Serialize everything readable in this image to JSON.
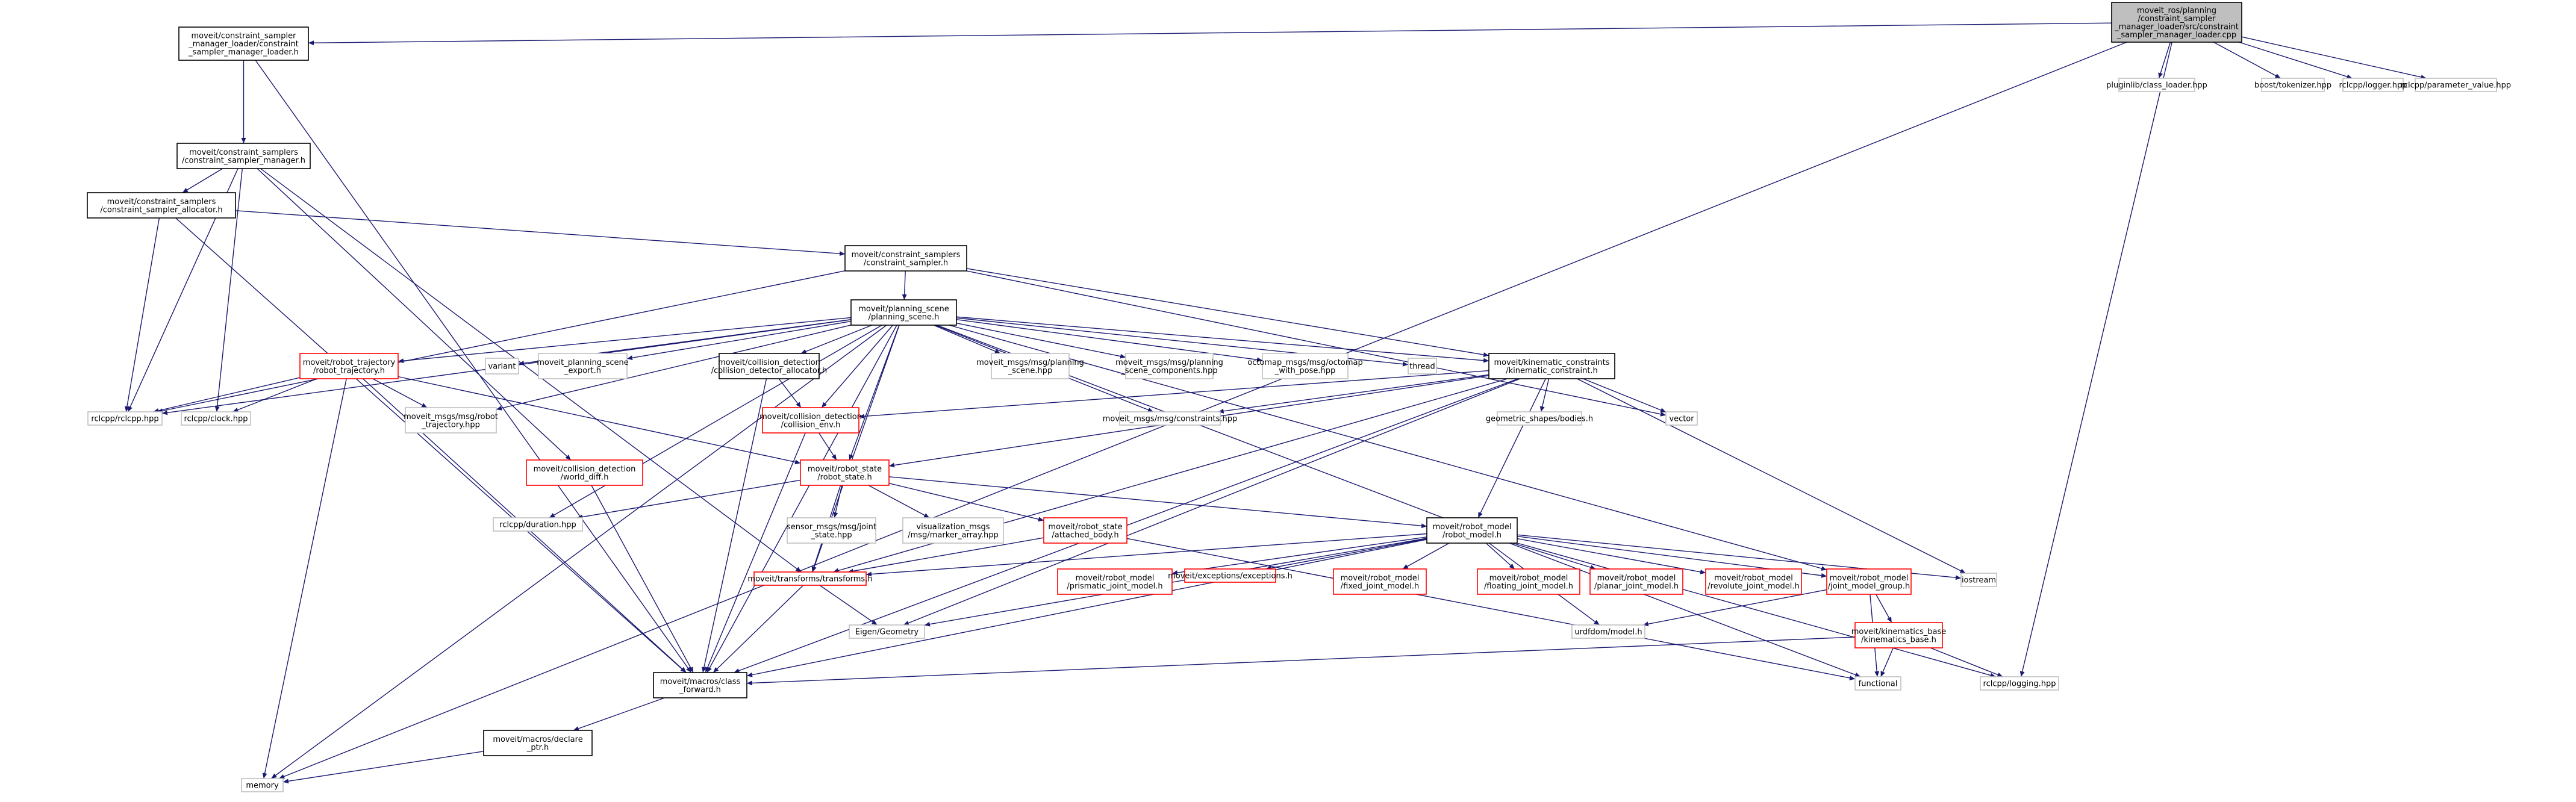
{
  "diagram": {
    "colors": {
      "edge": "#191970",
      "root_fill": "#bfbfbf",
      "default_border": "#000000",
      "red_border": "#ff0000",
      "grey_border": "#bfbfbf",
      "grey_text": "#404040"
    },
    "nodes": {
      "root": {
        "lines": [
          "moveit_ros/planning",
          "/constraint_sampler",
          "_manager_loader/src/constraint",
          "_sampler_manager_loader.cpp"
        ],
        "style": "root"
      },
      "csml": {
        "lines": [
          "moveit/constraint_sampler",
          "_manager_loader/constraint",
          "_sampler_manager_loader.h"
        ],
        "style": "black"
      },
      "pluginlib": {
        "lines": [
          "pluginlib/class_loader.hpp"
        ],
        "style": "grey"
      },
      "tokenizer": {
        "lines": [
          "boost/tokenizer.hpp"
        ],
        "style": "grey"
      },
      "logger": {
        "lines": [
          "rclcpp/logger.hpp"
        ],
        "style": "grey"
      },
      "paramval": {
        "lines": [
          "rclcpp/parameter_value.hpp"
        ],
        "style": "grey"
      },
      "csm": {
        "lines": [
          "moveit/constraint_samplers",
          "/constraint_sampler_manager.h"
        ],
        "style": "black"
      },
      "csa": {
        "lines": [
          "moveit/constraint_samplers",
          "/constraint_sampler_allocator.h"
        ],
        "style": "black"
      },
      "cs": {
        "lines": [
          "moveit/constraint_samplers",
          "/constraint_sampler.h"
        ],
        "style": "black"
      },
      "ps": {
        "lines": [
          "moveit/planning_scene",
          "/planning_scene.h"
        ],
        "style": "black"
      },
      "rt": {
        "lines": [
          "moveit/robot_trajectory",
          "/robot_trajectory.h"
        ],
        "style": "red"
      },
      "variant": {
        "lines": [
          "variant"
        ],
        "style": "grey"
      },
      "pse": {
        "lines": [
          "moveit_planning_scene",
          "_export.h"
        ],
        "style": "grey"
      },
      "cda": {
        "lines": [
          "moveit/collision_detection",
          "/collision_detector_allocator.h"
        ],
        "style": "black"
      },
      "msgps": {
        "lines": [
          "moveit_msgs/msg/planning",
          "_scene.hpp"
        ],
        "style": "grey"
      },
      "msgpsc": {
        "lines": [
          "moveit_msgs/msg/planning",
          "_scene_components.hpp"
        ],
        "style": "grey"
      },
      "octomap": {
        "lines": [
          "octomap_msgs/msg/octomap",
          "_with_pose.hpp"
        ],
        "style": "grey"
      },
      "thread": {
        "lines": [
          "thread"
        ],
        "style": "grey"
      },
      "kc": {
        "lines": [
          "moveit/kinematic_constraints",
          "/kinematic_constraint.h"
        ],
        "style": "black"
      },
      "rclcpp": {
        "lines": [
          "rclcpp/rclcpp.hpp"
        ],
        "style": "grey"
      },
      "clock": {
        "lines": [
          "rclcpp/clock.hpp"
        ],
        "style": "grey"
      },
      "msgrt": {
        "lines": [
          "moveit_msgs/msg/robot",
          "_trajectory.hpp"
        ],
        "style": "grey"
      },
      "ce": {
        "lines": [
          "moveit/collision_detection",
          "/collision_env.h"
        ],
        "style": "red"
      },
      "msgcon": {
        "lines": [
          "moveit_msgs/msg/constraints.hpp"
        ],
        "style": "grey"
      },
      "geom": {
        "lines": [
          "geometric_shapes/bodies.h"
        ],
        "style": "grey"
      },
      "vector": {
        "lines": [
          "vector"
        ],
        "style": "grey"
      },
      "wd": {
        "lines": [
          "moveit/collision_detection",
          "/world_diff.h"
        ],
        "style": "red"
      },
      "rs": {
        "lines": [
          "moveit/robot_state",
          "/robot_state.h"
        ],
        "style": "red"
      },
      "dur": {
        "lines": [
          "rclcpp/duration.hpp"
        ],
        "style": "grey"
      },
      "js": {
        "lines": [
          "sensor_msgs/msg/joint",
          "_state.hpp"
        ],
        "style": "grey"
      },
      "vis": {
        "lines": [
          "visualization_msgs",
          "/msg/marker_array.hpp"
        ],
        "style": "grey"
      },
      "ab": {
        "lines": [
          "moveit/robot_state",
          "/attached_body.h"
        ],
        "style": "red"
      },
      "rm": {
        "lines": [
          "moveit/robot_model",
          "/robot_model.h"
        ],
        "style": "black"
      },
      "tf": {
        "lines": [
          "moveit/transforms/transforms.h"
        ],
        "style": "red"
      },
      "pj": {
        "lines": [
          "moveit/robot_model",
          "/prismatic_joint_model.h"
        ],
        "style": "red"
      },
      "exc": {
        "lines": [
          "moveit/exceptions/exceptions.h"
        ],
        "style": "red"
      },
      "fj": {
        "lines": [
          "moveit/robot_model",
          "/fixed_joint_model.h"
        ],
        "style": "red"
      },
      "flj": {
        "lines": [
          "moveit/robot_model",
          "/floating_joint_model.h"
        ],
        "style": "red"
      },
      "plj": {
        "lines": [
          "moveit/robot_model",
          "/planar_joint_model.h"
        ],
        "style": "red"
      },
      "rj": {
        "lines": [
          "moveit/robot_model",
          "/revolute_joint_model.h"
        ],
        "style": "red"
      },
      "jmg": {
        "lines": [
          "moveit/robot_model",
          "/joint_model_group.h"
        ],
        "style": "red"
      },
      "iostream": {
        "lines": [
          "iostream"
        ],
        "style": "grey"
      },
      "eigen": {
        "lines": [
          "Eigen/Geometry"
        ],
        "style": "grey"
      },
      "urdf": {
        "lines": [
          "urdfdom/model.h"
        ],
        "style": "grey"
      },
      "kb": {
        "lines": [
          "moveit/kinematics_base",
          "/kinematics_base.h"
        ],
        "style": "red"
      },
      "cf": {
        "lines": [
          "moveit/macros/class",
          "_forward.h"
        ],
        "style": "black"
      },
      "functional": {
        "lines": [
          "functional"
        ],
        "style": "grey"
      },
      "logging": {
        "lines": [
          "rclcpp/logging.hpp"
        ],
        "style": "grey"
      },
      "decl": {
        "lines": [
          "moveit/macros/declare",
          "_ptr.h"
        ],
        "style": "black"
      },
      "memory": {
        "lines": [
          "memory"
        ],
        "style": "grey"
      }
    },
    "edges": [
      [
        "root",
        "csml"
      ],
      [
        "root",
        "pluginlib"
      ],
      [
        "root",
        "tokenizer"
      ],
      [
        "root",
        "logger"
      ],
      [
        "root",
        "paramval"
      ],
      [
        "root",
        "memory"
      ],
      [
        "root",
        "logging"
      ],
      [
        "csml",
        "csm"
      ],
      [
        "csml",
        "cf"
      ],
      [
        "csm",
        "csa"
      ],
      [
        "csm",
        "rclcpp"
      ],
      [
        "csm",
        "clock"
      ],
      [
        "csm",
        "wd"
      ],
      [
        "csm",
        "tf"
      ],
      [
        "csa",
        "cs"
      ],
      [
        "csa",
        "rclcpp"
      ],
      [
        "csa",
        "cf"
      ],
      [
        "cs",
        "ps"
      ],
      [
        "cs",
        "kc"
      ],
      [
        "cs",
        "rclcpp"
      ],
      [
        "cs",
        "vector"
      ],
      [
        "ps",
        "rt"
      ],
      [
        "ps",
        "variant"
      ],
      [
        "ps",
        "pse"
      ],
      [
        "ps",
        "cda"
      ],
      [
        "ps",
        "msgps"
      ],
      [
        "ps",
        "msgpsc"
      ],
      [
        "ps",
        "octomap"
      ],
      [
        "ps",
        "thread"
      ],
      [
        "ps",
        "kc"
      ],
      [
        "ps",
        "rclcpp"
      ],
      [
        "ps",
        "msgrt"
      ],
      [
        "ps",
        "ce"
      ],
      [
        "ps",
        "msgcon"
      ],
      [
        "ps",
        "rs"
      ],
      [
        "ps",
        "tf"
      ],
      [
        "ps",
        "cf"
      ],
      [
        "ps",
        "memory"
      ],
      [
        "ps",
        "dur"
      ],
      [
        "ps",
        "jmg"
      ],
      [
        "ps",
        "functional"
      ],
      [
        "rt",
        "rclcpp"
      ],
      [
        "rt",
        "clock"
      ],
      [
        "rt",
        "msgrt"
      ],
      [
        "rt",
        "rs"
      ],
      [
        "rt",
        "cf"
      ],
      [
        "rt",
        "memory"
      ],
      [
        "cda",
        "ce"
      ],
      [
        "cda",
        "cf"
      ],
      [
        "kc",
        "ce"
      ],
      [
        "kc",
        "msgcon"
      ],
      [
        "kc",
        "geom"
      ],
      [
        "kc",
        "vector"
      ],
      [
        "kc",
        "rs"
      ],
      [
        "kc",
        "rm"
      ],
      [
        "kc",
        "tf"
      ],
      [
        "kc",
        "iostream"
      ],
      [
        "kc",
        "eigen"
      ],
      [
        "kc",
        "cf"
      ],
      [
        "ce",
        "rs"
      ],
      [
        "ce",
        "cf"
      ],
      [
        "wd",
        "cf"
      ],
      [
        "rs",
        "dur"
      ],
      [
        "rs",
        "js"
      ],
      [
        "rs",
        "vis"
      ],
      [
        "rs",
        "ab"
      ],
      [
        "rs",
        "rm"
      ],
      [
        "rs",
        "tf"
      ],
      [
        "ab",
        "tf"
      ],
      [
        "ab",
        "functional"
      ],
      [
        "rm",
        "pj"
      ],
      [
        "rm",
        "exc"
      ],
      [
        "rm",
        "fj"
      ],
      [
        "rm",
        "flj"
      ],
      [
        "rm",
        "plj"
      ],
      [
        "rm",
        "rj"
      ],
      [
        "rm",
        "jmg"
      ],
      [
        "rm",
        "iostream"
      ],
      [
        "rm",
        "urdf"
      ],
      [
        "rm",
        "logging"
      ],
      [
        "rm",
        "tf"
      ],
      [
        "rm",
        "eigen"
      ],
      [
        "rm",
        "cf"
      ],
      [
        "tf",
        "eigen"
      ],
      [
        "tf",
        "cf"
      ],
      [
        "jmg",
        "kb"
      ],
      [
        "jmg",
        "urdf"
      ],
      [
        "jmg",
        "functional"
      ],
      [
        "kb",
        "cf"
      ],
      [
        "kb",
        "functional"
      ],
      [
        "kb",
        "logging"
      ],
      [
        "cf",
        "decl"
      ],
      [
        "decl",
        "memory"
      ]
    ]
  }
}
